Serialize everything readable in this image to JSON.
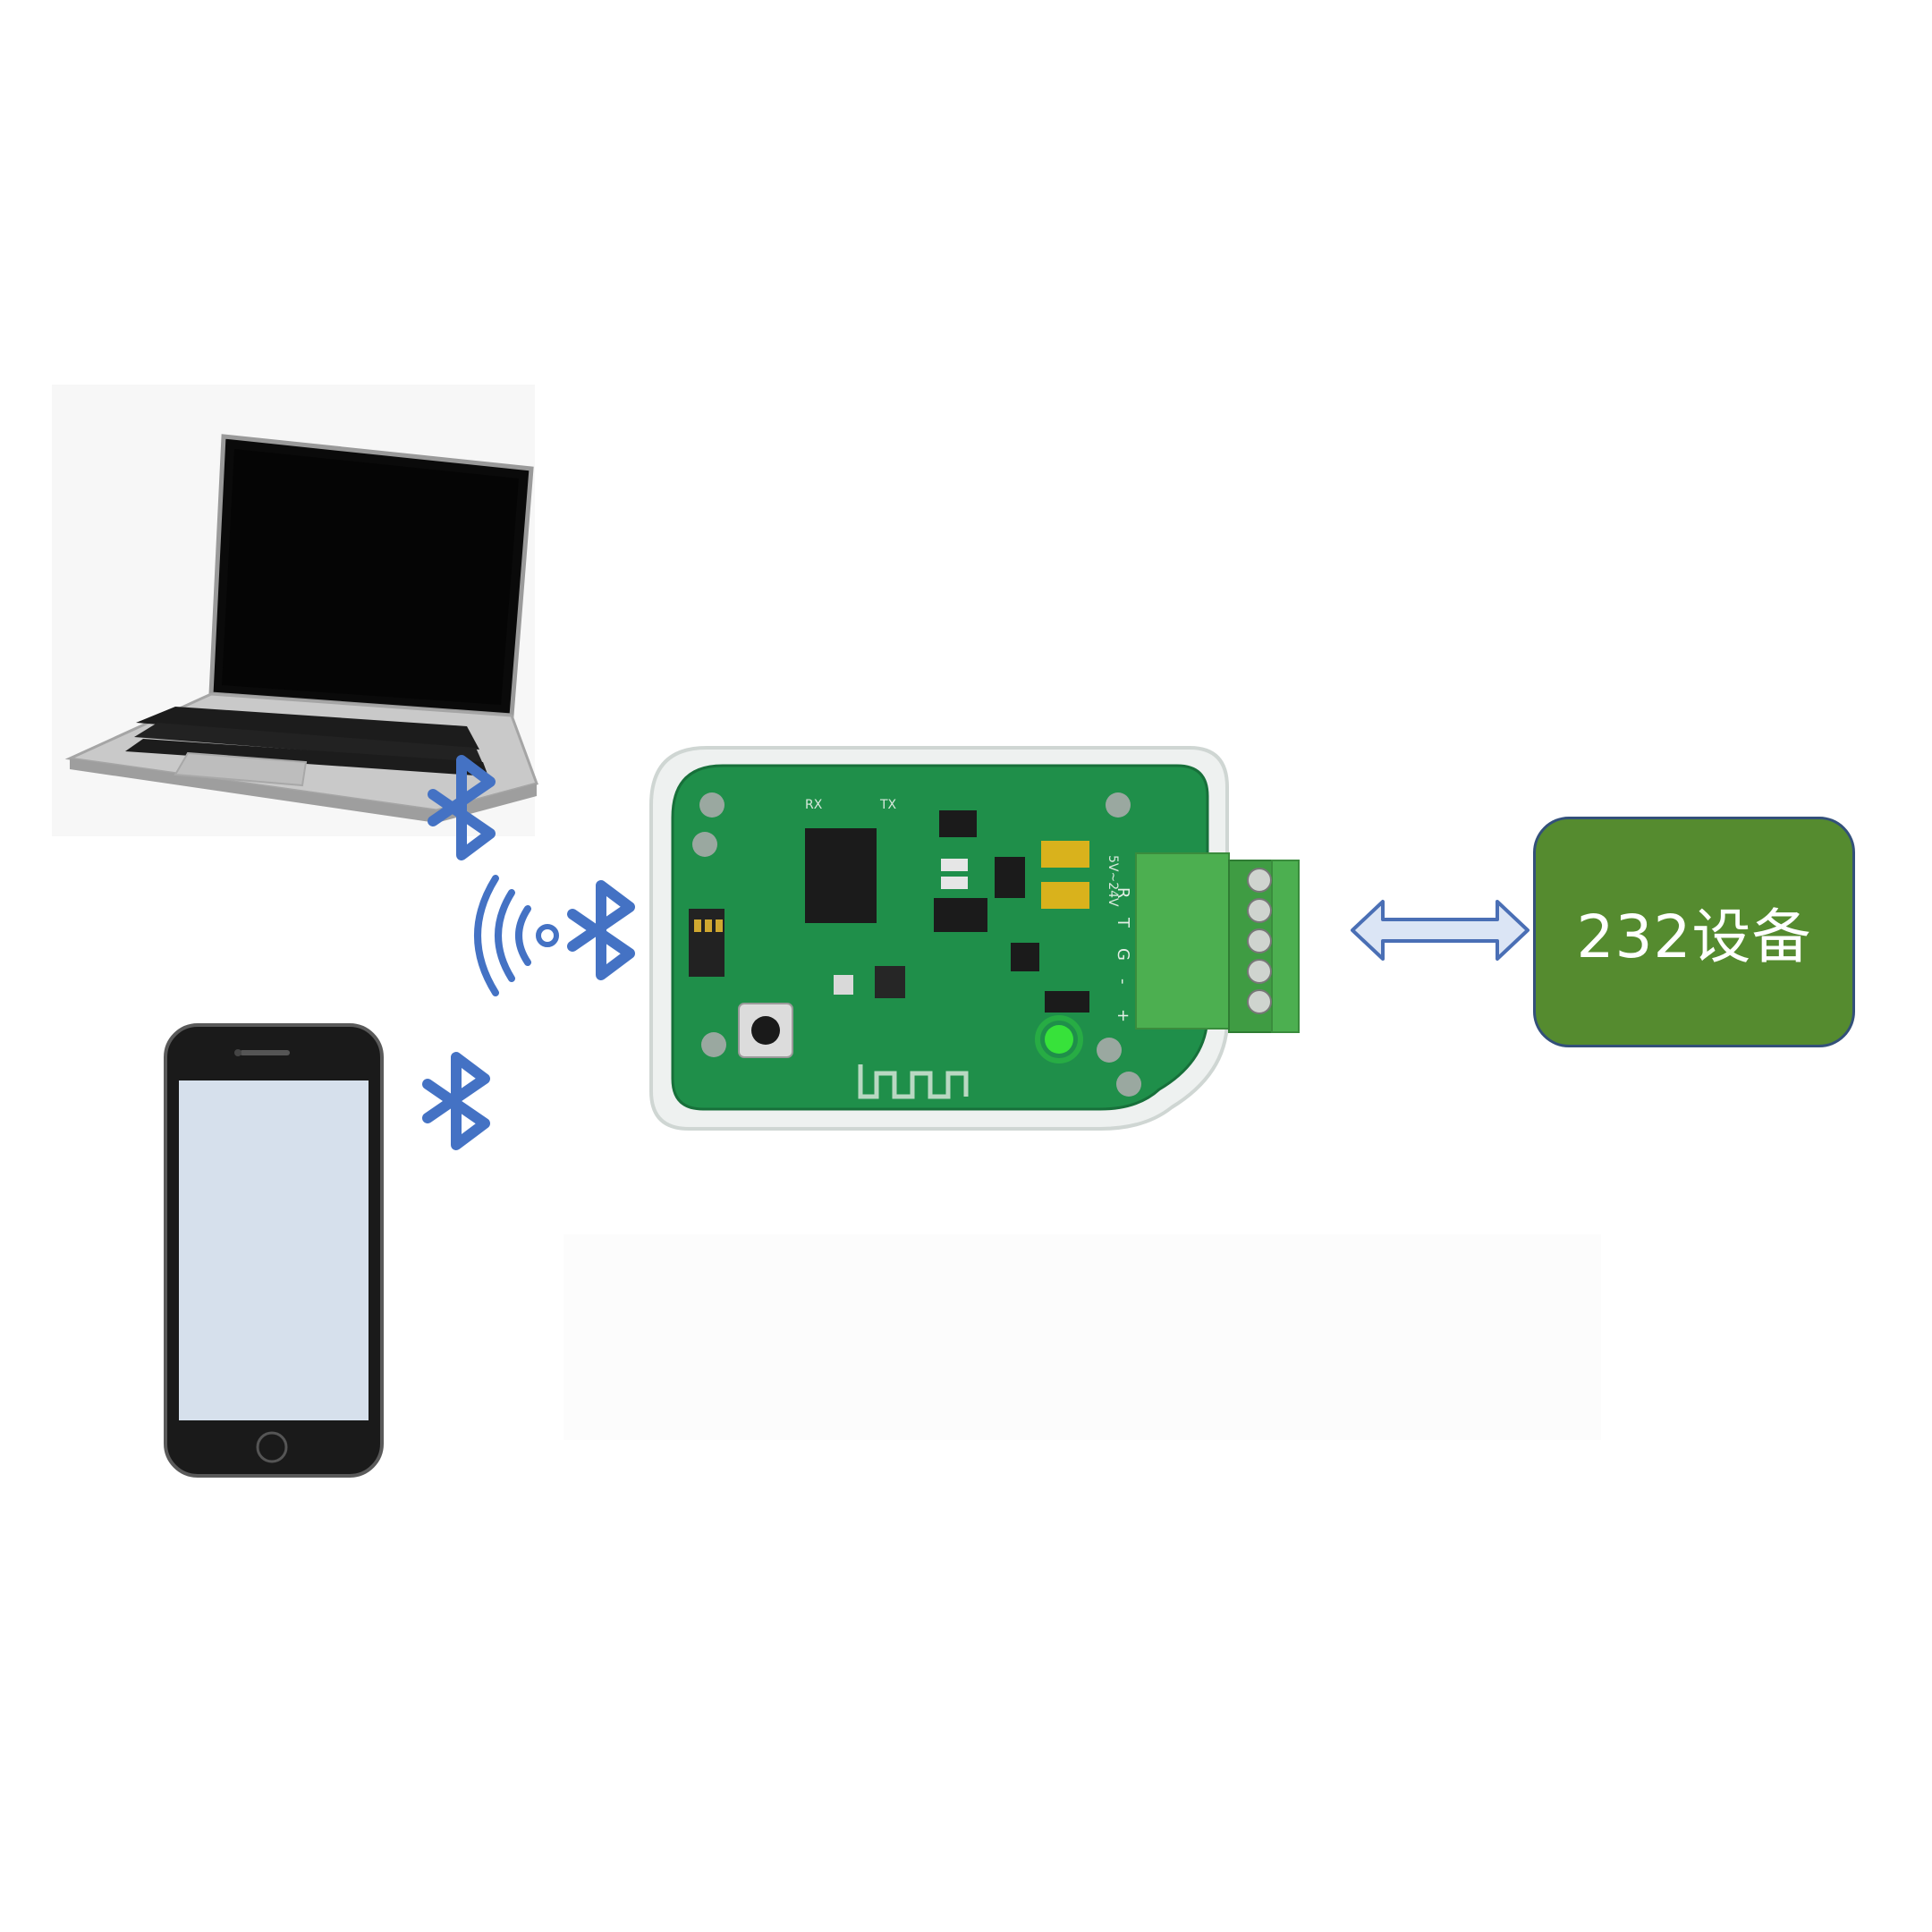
{
  "device": {
    "label": "232设备"
  },
  "board": {
    "silk_rx": "RX",
    "silk_tx": "TX",
    "silk_power": "5V~24V",
    "silk_terminals": [
      "R",
      "T",
      "G",
      "-",
      "+"
    ]
  },
  "icons": {
    "bluetooth_laptop": "bluetooth-icon",
    "bluetooth_phone": "bluetooth-icon",
    "bluetooth_board": "bluetooth-icon",
    "wireless": "wireless-signal-icon",
    "link_arrow": "double-arrow-icon"
  },
  "colors": {
    "bluetooth": "#4472c4",
    "pcb": "#1f8f4a",
    "terminal": "#4caf50",
    "device_box": "#558b2f",
    "device_border": "#33507a",
    "arrow_fill": "#dbe5f5",
    "arrow_stroke": "#4a6fb5"
  }
}
